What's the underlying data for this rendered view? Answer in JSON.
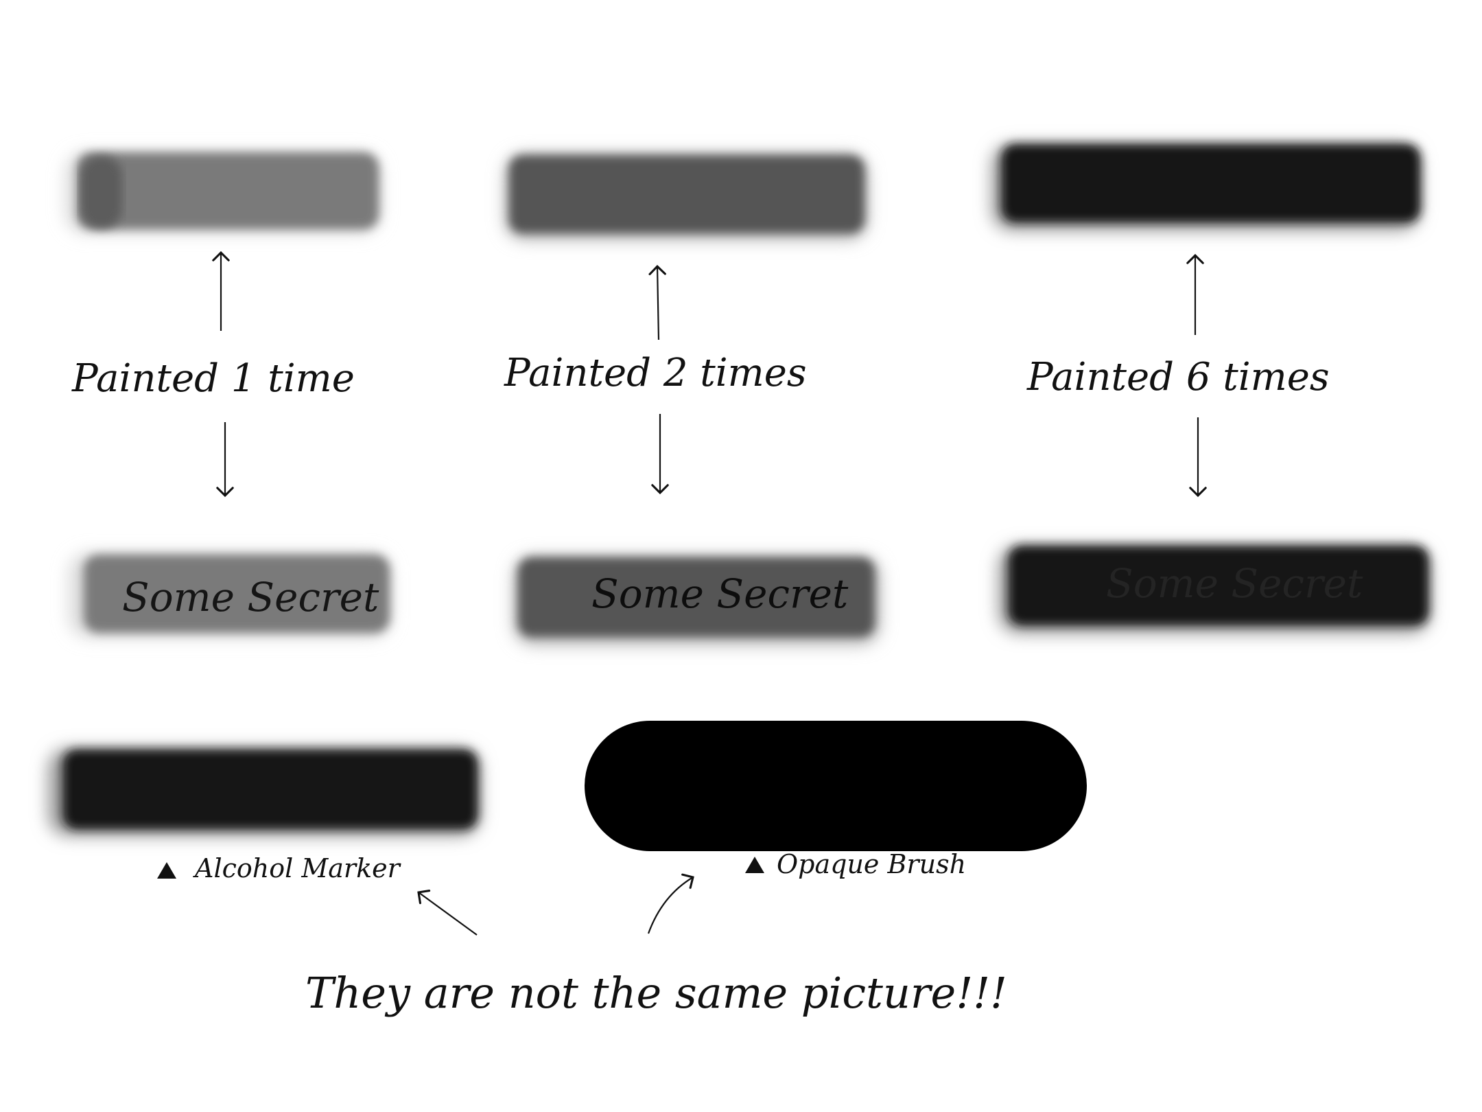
{
  "labels": {
    "painted_1": "Painted 1 time",
    "painted_2": "Painted 2 times",
    "painted_6": "Painted 6 times",
    "secret": "Some Secret",
    "alcohol_marker": "Alcohol Marker",
    "opaque_brush": "Opaque Brush",
    "conclusion": "They are not the same picture!!!"
  },
  "strokes": [
    {
      "name": "painted-1-time",
      "passes": 1
    },
    {
      "name": "painted-2-times",
      "passes": 2
    },
    {
      "name": "painted-6-times",
      "passes": 6
    }
  ],
  "colors": {
    "background": "#ffffff",
    "ink": "#111111",
    "marker_1x": "#7a7a7a",
    "marker_2x": "#555555",
    "marker_6x": "#161616",
    "opaque_brush": "#000000"
  }
}
